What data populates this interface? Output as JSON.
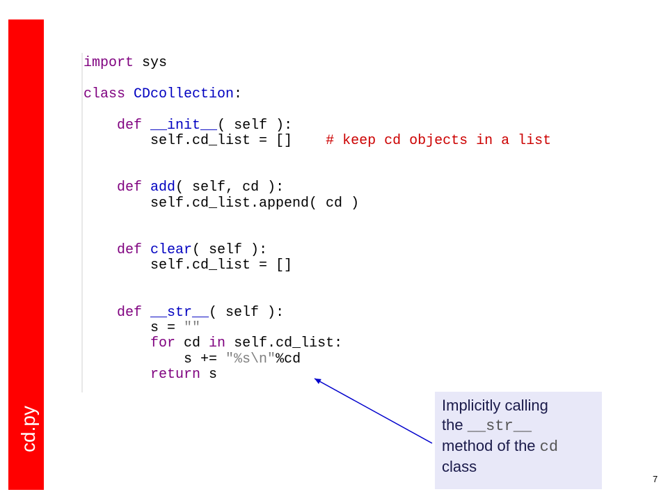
{
  "slide": {
    "side_title": "cd.py",
    "page_number": "7",
    "accent_color": "#ff0000",
    "note_background": "#e8e8f8"
  },
  "code": {
    "l1_kw": "import",
    "l1_rest": " sys",
    "l2_kw": "class",
    "l2_name": " CDcollection",
    "l2_rest": ":",
    "l3_kw": "def",
    "l3_name": " __init__",
    "l3_rest": "( self ):",
    "l4_code": "self.cd_list = []",
    "l4_comment": "# keep cd objects in a list",
    "l5_kw": "def",
    "l5_name": " add",
    "l5_rest": "( self, cd ):",
    "l6_code": "self.cd_list.append( cd )",
    "l7_kw": "def",
    "l7_name": " clear",
    "l7_rest": "( self ):",
    "l8_code": "self.cd_list = []",
    "l9_kw": "def",
    "l9_name": " __str__",
    "l9_rest": "( self ):",
    "l10_a": "s = ",
    "l10_str": "\"\"",
    "l11_kw": "for",
    "l11_a": " cd ",
    "l11_kw2": "in",
    "l11_b": " self.cd_list:",
    "l12_a": "s += ",
    "l12_str": "\"%s\\n\"",
    "l12_b": "%cd",
    "l13_kw": "return",
    "l13_rest": " s"
  },
  "note": {
    "line1": "Implicitly calling",
    "line2a": "the ",
    "line2b": "__str__",
    "line3a": "method of the ",
    "line3b": "cd",
    "line4": "class"
  }
}
